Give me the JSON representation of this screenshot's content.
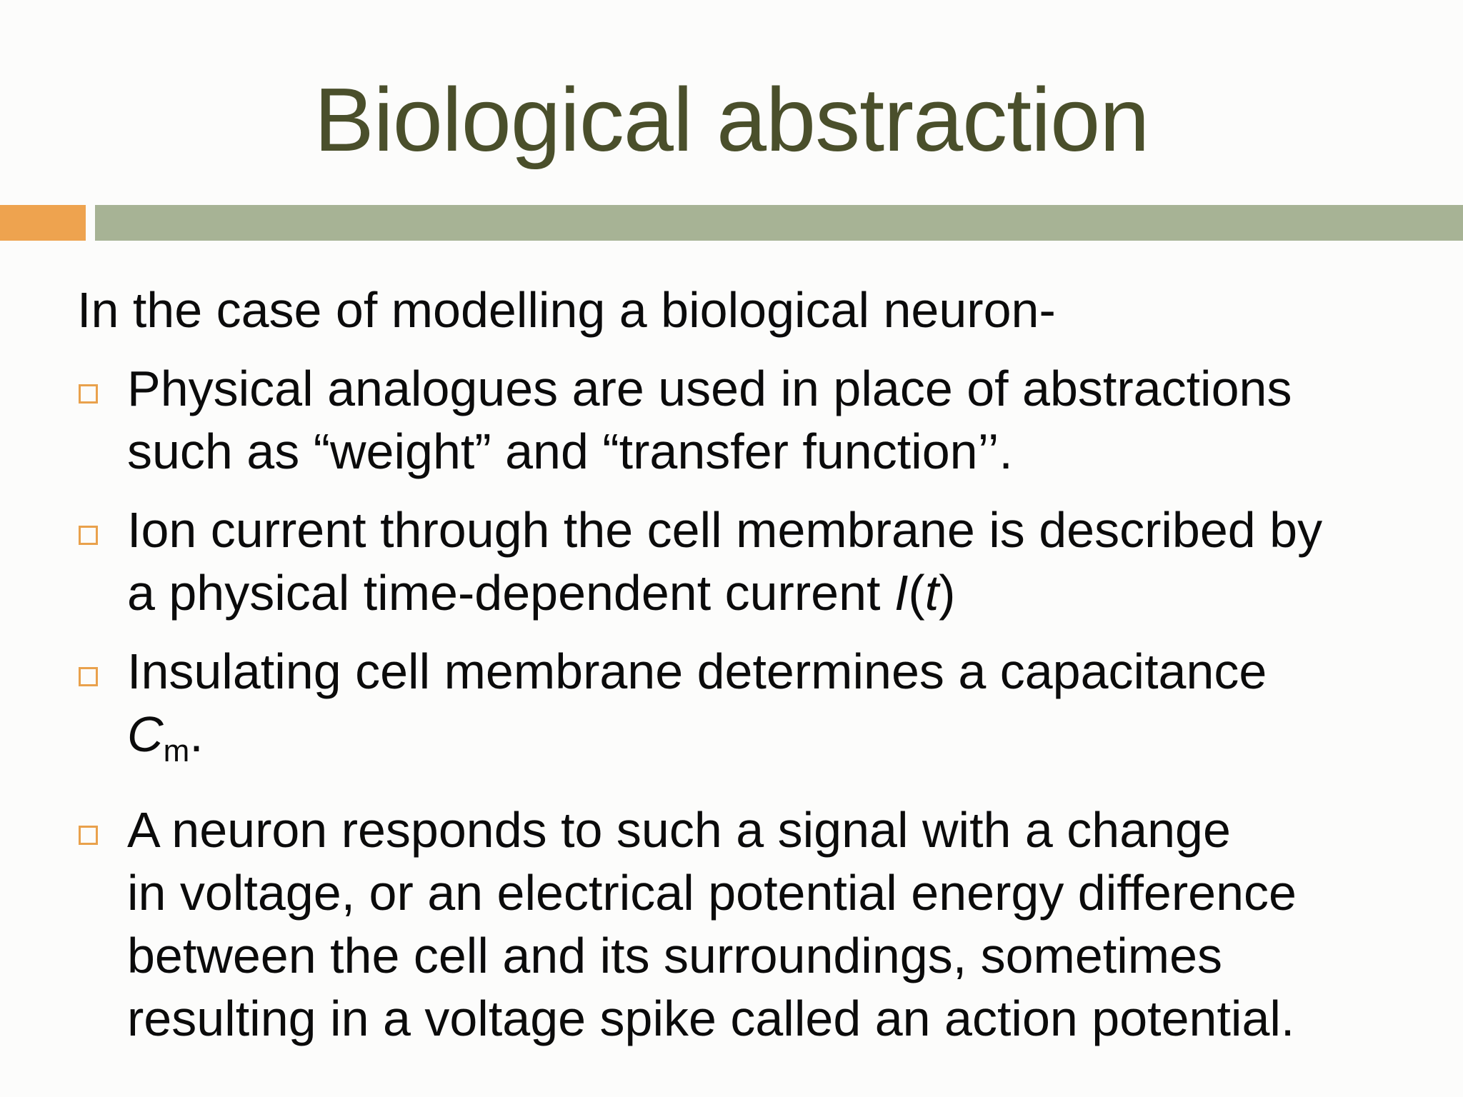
{
  "slide": {
    "title": "Biological abstraction",
    "colors": {
      "title": "#4a4f2b",
      "accent_bar": "#eea34f",
      "main_bar": "#a7b395",
      "bullet_box": "#e9a14c"
    },
    "intro": "In the case of modelling a biological neuron-",
    "bullets": [
      {
        "icon": "box-bullet-icon",
        "lines": [
          "Physical analogues are used in place of abstractions",
          "such as “weight” and “transfer function’’."
        ]
      },
      {
        "icon": "box-bullet-icon",
        "lines": [
          "Ion current through the cell membrane is described by",
          "a physical time-dependent current "
        ],
        "math": {
          "var": "I",
          "open": "(",
          "arg": "t",
          "close": ")"
        }
      },
      {
        "icon": "box-bullet-icon",
        "lines": [
          "Insulating cell membrane determines a capacitance"
        ],
        "math": {
          "var": "C",
          "subscript": "m",
          "end": "."
        }
      },
      {
        "icon": "box-bullet-icon",
        "lines": [
          "A neuron responds to such a signal with a change",
          "in voltage, or an electrical potential energy difference",
          "between the cell and its surroundings, sometimes",
          "resulting in a voltage spike called an action potential."
        ]
      }
    ]
  }
}
